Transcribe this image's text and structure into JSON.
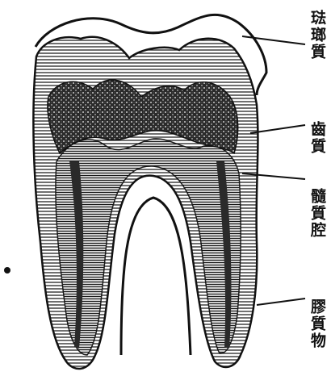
{
  "figure": {
    "labels": {
      "enamel": "琺瑯質",
      "dentin": "齒質",
      "pulp_cavity": "髓質腔",
      "cementum": "膠質物"
    },
    "colors": {
      "ink": "#111111",
      "paper": "#ffffff",
      "dentin_shade": "#d8d8d8",
      "pulp_shade": "#3a3a3a"
    }
  }
}
